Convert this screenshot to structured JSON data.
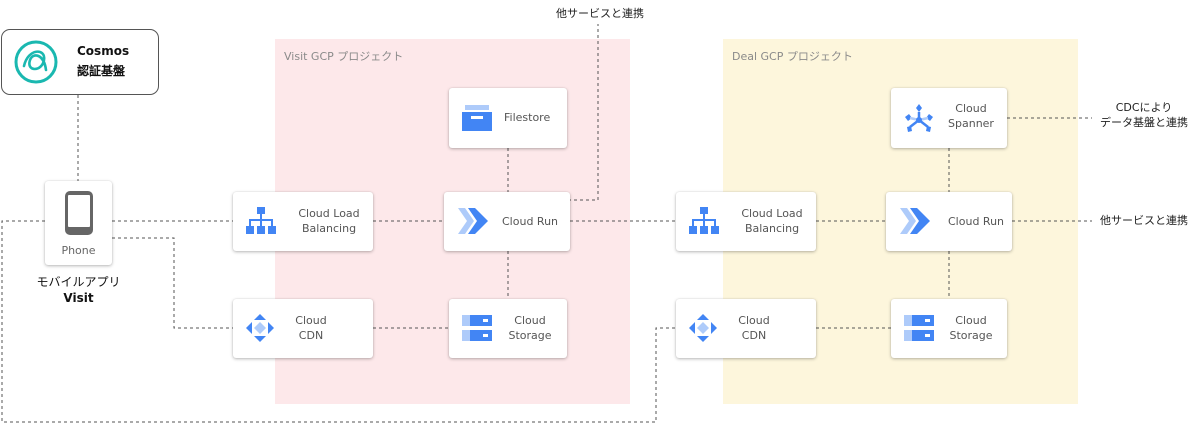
{
  "zones": {
    "visit": {
      "label": "Visit GCP プロジェクト",
      "color": "#fde8ea"
    },
    "deal": {
      "label": "Deal GCP プロジェクト",
      "color": "#fdf6dc"
    }
  },
  "cosmos": {
    "line1": "Cosmos",
    "line2": "認証基盤",
    "icon": "cosmos-logo"
  },
  "phone": {
    "label": "Phone",
    "caption": "モバイルアプリ",
    "caption_bold": "Visit",
    "icon": "smartphone-icon"
  },
  "visit": {
    "filestore": {
      "label": "Filestore",
      "icon": "filestore-icon"
    },
    "lb": {
      "line1": "Cloud Load",
      "line2": "Balancing",
      "icon": "load-balancing-icon"
    },
    "run": {
      "label": "Cloud Run",
      "icon": "cloud-run-icon"
    },
    "cdn": {
      "line1": "Cloud",
      "line2": "CDN",
      "icon": "cloud-cdn-icon"
    },
    "storage": {
      "line1": "Cloud",
      "line2": "Storage",
      "icon": "cloud-storage-icon"
    }
  },
  "deal": {
    "spanner": {
      "line1": "Cloud",
      "line2": "Spanner",
      "icon": "cloud-spanner-icon"
    },
    "lb": {
      "line1": "Cloud Load",
      "line2": "Balancing",
      "icon": "load-balancing-icon"
    },
    "run": {
      "label": "Cloud Run",
      "icon": "cloud-run-icon"
    },
    "cdn": {
      "line1": "Cloud",
      "line2": "CDN",
      "icon": "cloud-cdn-icon"
    },
    "storage": {
      "line1": "Cloud",
      "line2": "Storage",
      "icon": "cloud-storage-icon"
    }
  },
  "external": {
    "top_service": "他サービスと連携",
    "cdc_line1": "CDCにより",
    "cdc_line2": "データ基盤と連携",
    "right_service": "他サービスと連携"
  },
  "colors": {
    "gcp_blue": "#4285f4",
    "gcp_light_blue": "#aecbfa",
    "cosmos_teal": "#1ab8b0",
    "line": "#555555"
  }
}
